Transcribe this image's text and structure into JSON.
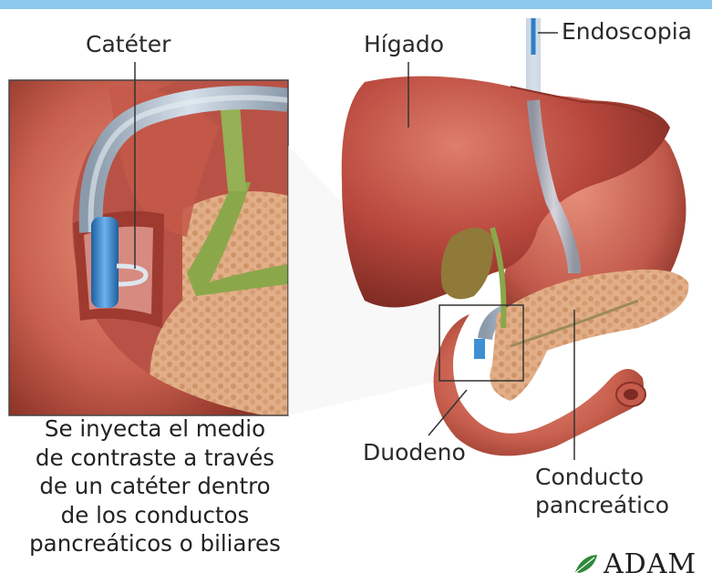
{
  "labels": {
    "cateter": "Catéter",
    "higado": "Hígado",
    "endoscopia": "Endoscopia",
    "duodeno": "Duodeno",
    "conducto_line1": "Conducto",
    "conducto_line2": "pancreático"
  },
  "caption": [
    "Se inyecta el medio",
    "de contraste a través",
    "de un catéter dentro",
    "de los conductos",
    "pancreáticos o biliares"
  ],
  "logo": {
    "text": "ADAM"
  },
  "colors": {
    "top_bar": "#8cc8ec",
    "tissue": "#c9604f",
    "liver": "#b8473d",
    "duct_green": "#8aa84a",
    "catheter_blue": "#3f8fd4",
    "tube": "#a9b8c8",
    "pancreas": "#e4b48e"
  }
}
